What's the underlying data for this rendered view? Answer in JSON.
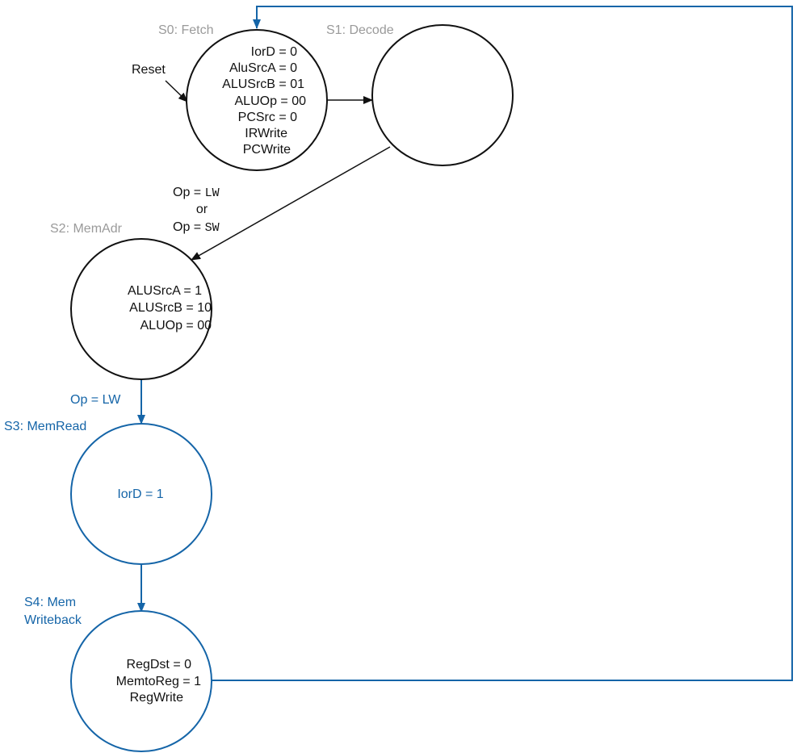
{
  "colors": {
    "black": "#111111",
    "gray": "#9a9a9a",
    "blue": "#1565a8"
  },
  "states": {
    "s0": {
      "label": "S0: Fetch",
      "lines": [
        "IorD = 0",
        "AluSrcA = 0",
        "ALUSrcB = 01",
        "ALUOp = 00",
        "PCSrc = 0",
        "IRWrite",
        "PCWrite"
      ]
    },
    "s1": {
      "label": "S1: Decode",
      "lines": []
    },
    "s2": {
      "label": "S2: MemAdr",
      "lines": [
        "ALUSrcA = 1",
        "ALUSrcB = 10",
        "ALUOp = 00"
      ]
    },
    "s3": {
      "label": "S3: MemRead",
      "lines": [
        "IorD = 1"
      ]
    },
    "s4": {
      "label_line1": "S4: Mem",
      "label_line2": "Writeback",
      "lines": [
        "RegDst = 0",
        "MemtoReg = 1",
        "RegWrite"
      ]
    }
  },
  "transitions": {
    "reset": "Reset",
    "s1_s2": {
      "prefix1": "Op = ",
      "code1": "LW",
      "or": "or",
      "prefix2": "Op = ",
      "code2": "SW"
    },
    "s2_s3": "Op = LW"
  }
}
